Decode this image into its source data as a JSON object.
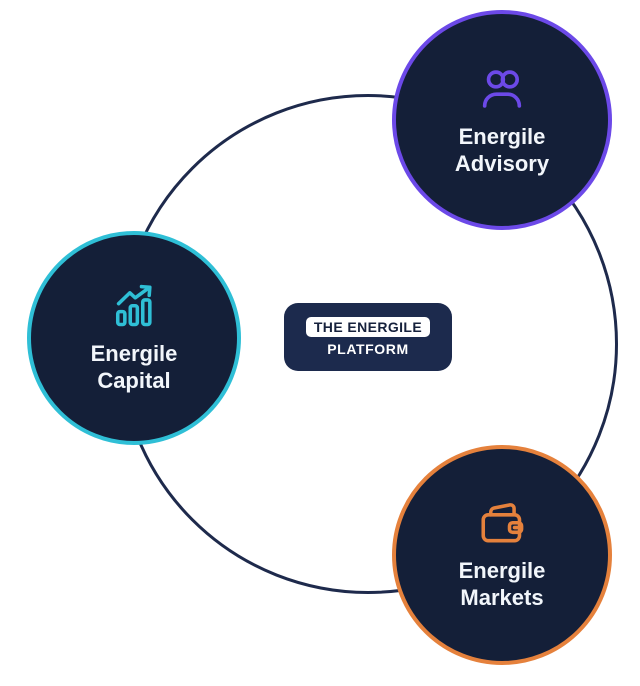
{
  "title_badge": {
    "line1": "THE ENERGILE",
    "line2": "PLATFORM"
  },
  "nodes": {
    "advisory": {
      "line1": "Energile",
      "line2": "Advisory",
      "accent": "#6c49e8",
      "icon": "users-icon"
    },
    "capital": {
      "line1": "Energile",
      "line2": "Capital",
      "accent": "#2fbfd6",
      "icon": "bar-chart-growth-icon"
    },
    "markets": {
      "line1": "Energile",
      "line2": "Markets",
      "accent": "#e5813c",
      "icon": "wallet-icon"
    }
  },
  "colors": {
    "node_fill": "#141f38",
    "ring": "#1e2a4c",
    "badge_fill": "#1c2a4d",
    "badge_inner_bg": "#ffffff",
    "label_text": "#f2f6fb"
  }
}
